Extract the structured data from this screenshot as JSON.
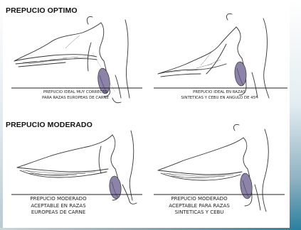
{
  "sections": [
    {
      "title": "PREPUCIO OPTIMO"
    },
    {
      "title": "PREPUCIO  MODERADO"
    }
  ],
  "panels": [
    {
      "caption_lines": [
        "PREPUCIO IDEAL MUY CORRECTO",
        "PARA RAZAS EUROPEAS DE CARNE"
      ]
    },
    {
      "caption_lines": [
        "PREPUCIO IDEAL EN RAZAS",
        "SINTETICAS Y CEBU EN ANGULO DE 45º"
      ]
    },
    {
      "caption_lines": [
        "PREPUCIO  MODERADO",
        "ACEPTABLE EN RAZAS",
        "EUROPEAS DE CARNE"
      ]
    },
    {
      "caption_lines": [
        "PREPUCIO MODERADO",
        "ACEPTABLE PARA RAZAS",
        "SINTETICAS Y CEBU"
      ]
    }
  ],
  "colors": {
    "accent": "#2a7f9e",
    "ink": "#333333",
    "scrotum": "#8d82a8"
  }
}
